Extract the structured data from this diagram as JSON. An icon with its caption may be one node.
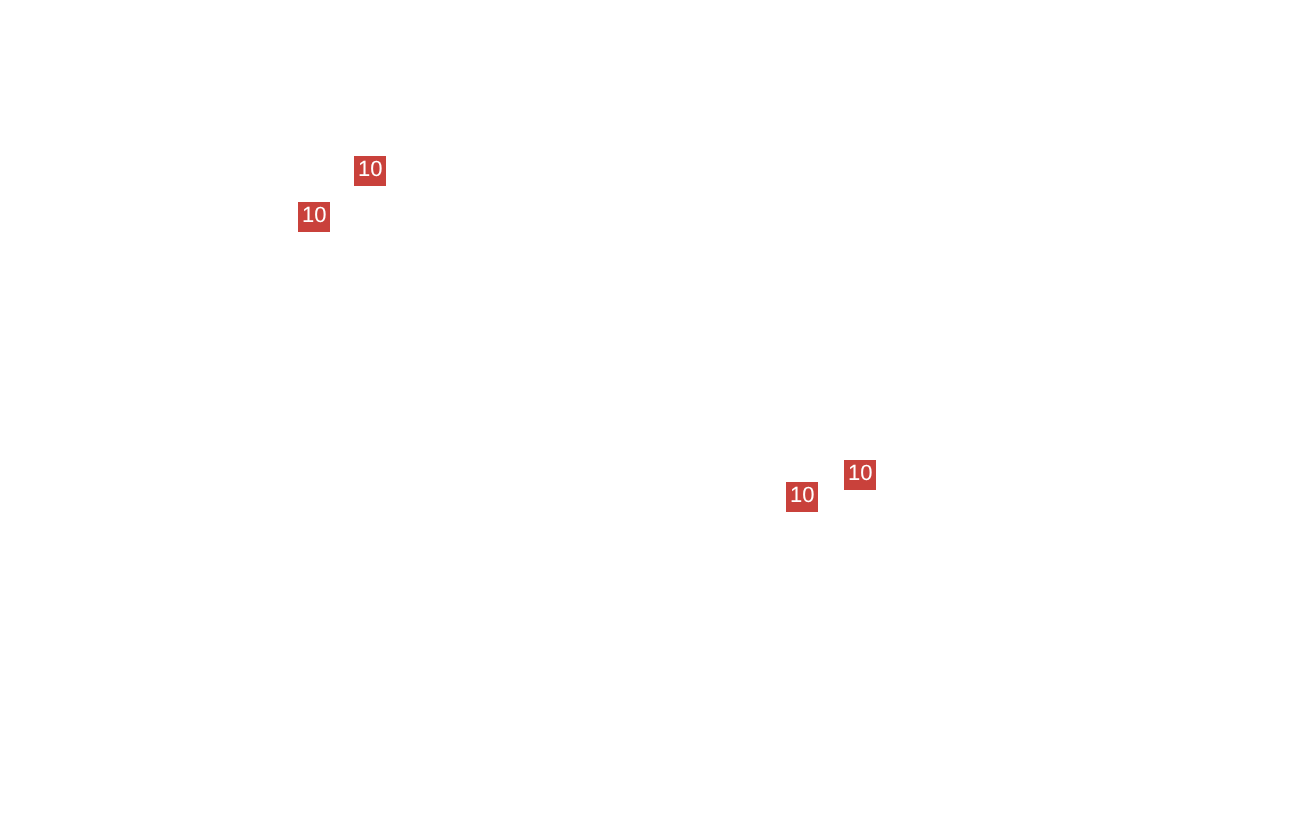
{
  "diagram": {
    "labels": [
      "10",
      "10",
      "10",
      "10"
    ]
  }
}
